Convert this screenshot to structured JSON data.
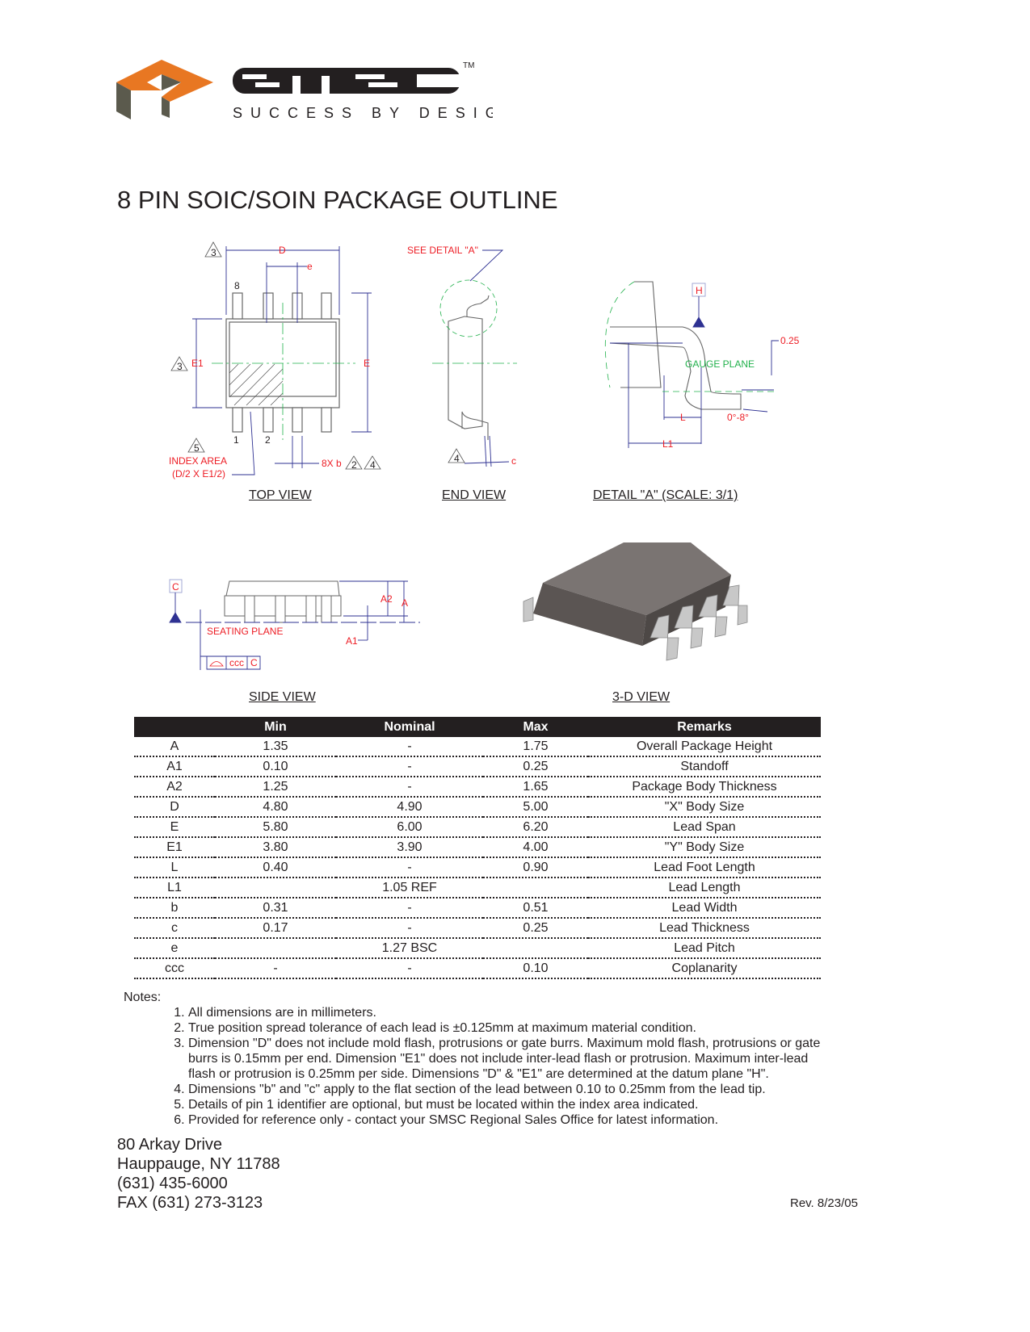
{
  "logo": {
    "wordmark": "smsc",
    "trademark": "TM",
    "tagline": "SUCCESS BY DESIGN",
    "colors": {
      "orange": "#e87722",
      "gray": "#5b5a4d",
      "text": "#231f20"
    }
  },
  "title": "8 PIN SOIC/SOIN PACKAGE OUTLINE",
  "drawing": {
    "top_view": {
      "caption": "TOP VIEW",
      "labels": {
        "D": "D",
        "e": "e",
        "E": "E",
        "E1": "E1",
        "pin8": "8",
        "pin1": "1",
        "pin2": "2",
        "b": "8X b",
        "tri3a": "3",
        "tri3b": "3",
        "tri5": "5",
        "tri2": "2",
        "tri4": "4",
        "index_area": "INDEX AREA",
        "index_formula": "(D/2 X E1/2)"
      }
    },
    "end_view": {
      "caption": "END VIEW",
      "labels": {
        "see_detail": "SEE DETAIL \"A\"",
        "c": "c",
        "tri4": "4"
      }
    },
    "detail_a": {
      "caption": "DETAIL \"A\" (SCALE: 3/1)",
      "labels": {
        "H": "H",
        "val": "0.25",
        "gauge": "GAUGE PLANE",
        "L": "L",
        "L1": "L1",
        "angle": "0°-8°"
      }
    },
    "side_view": {
      "caption": "SIDE VIEW",
      "labels": {
        "C": "C",
        "seating": "SEATING PLANE",
        "A2": "A2",
        "A": "A",
        "A1": "A1",
        "ccc": "ccc",
        "fcf_c": "C"
      }
    },
    "three_d": {
      "caption": "3-D VIEW"
    }
  },
  "table": {
    "headers": [
      "",
      "Min",
      "Nominal",
      "Max",
      "Remarks"
    ],
    "rows": [
      [
        "A",
        "1.35",
        "-",
        "1.75",
        "Overall Package Height"
      ],
      [
        "A1",
        "0.10",
        "-",
        "0.25",
        "Standoff"
      ],
      [
        "A2",
        "1.25",
        "-",
        "1.65",
        "Package Body Thickness"
      ],
      [
        "D",
        "4.80",
        "4.90",
        "5.00",
        "\"X\" Body Size"
      ],
      [
        "E",
        "5.80",
        "6.00",
        "6.20",
        "Lead Span"
      ],
      [
        "E1",
        "3.80",
        "3.90",
        "4.00",
        "\"Y\" Body Size"
      ],
      [
        "L",
        "0.40",
        "-",
        "0.90",
        "Lead Foot Length"
      ],
      [
        "L1",
        "",
        "1.05 REF",
        "",
        "Lead Length"
      ],
      [
        "b",
        "0.31",
        "-",
        "0.51",
        "Lead Width"
      ],
      [
        "c",
        "0.17",
        "-",
        "0.25",
        "Lead Thickness"
      ],
      [
        "e",
        "",
        "1.27 BSC",
        "",
        "Lead Pitch"
      ],
      [
        "ccc",
        "-",
        "-",
        "0.10",
        "Coplanarity"
      ]
    ]
  },
  "notes": {
    "heading": "Notes:",
    "items": [
      "All dimensions are in millimeters.",
      "True position spread tolerance of each lead is ±0.125mm at maximum material condition.",
      "Dimension \"D\" does not include mold flash, protrusions or gate burrs. Maximum mold flash, protrusions or gate burrs is 0.15mm per end. Dimension \"E1\" does not include inter-lead flash or protrusion. Maximum inter-lead flash or protrusion is 0.25mm per side. Dimensions \"D\" & \"E1\" are determined at the datum plane \"H\".",
      "Dimensions \"b\" and \"c\" apply to the flat section of the lead between 0.10 to 0.25mm from the lead tip.",
      "Details of pin 1 identifier are optional, but must be located within the index area indicated.",
      "Provided for reference only - contact your SMSC Regional Sales Office for latest information."
    ]
  },
  "address": {
    "street": "80 Arkay Drive",
    "city": "Hauppauge, NY  11788",
    "phone": "(631) 435-6000",
    "fax": "FAX (631) 273-3123"
  },
  "revision": "Rev. 8/23/05"
}
